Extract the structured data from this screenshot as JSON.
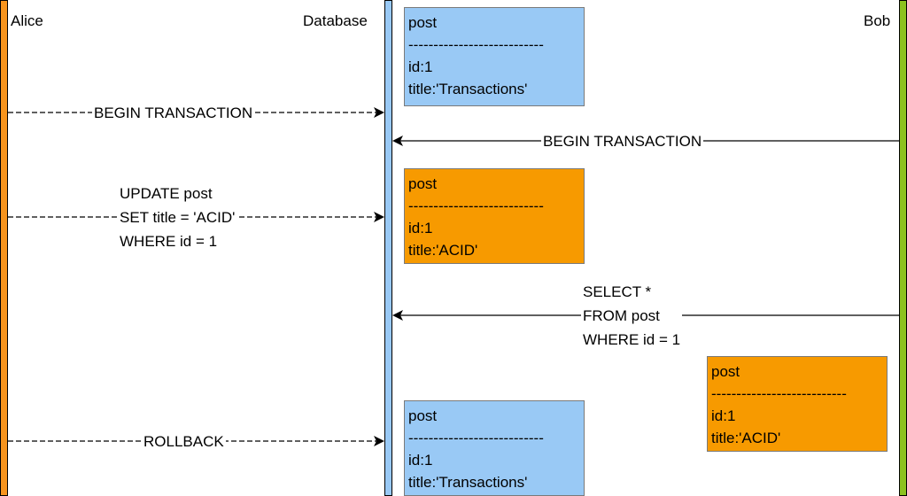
{
  "actors": {
    "alice": "Alice",
    "database": "Database",
    "bob": "Bob"
  },
  "colors": {
    "alice": "#f7941d",
    "database": "#99c9f5",
    "bob": "#8cc21f",
    "box_committed": "#99c9f5",
    "box_uncommitted": "#f79a00"
  },
  "boxes": [
    {
      "header": "post",
      "separator": "---------------------------",
      "id": "id:1",
      "title": "title:'Transactions'"
    },
    {
      "header": "post",
      "separator": "---------------------------",
      "id": "id:1",
      "title": "title:'ACID'"
    },
    {
      "header": "post",
      "separator": "---------------------------",
      "id": "id:1",
      "title": "title:'ACID'"
    },
    {
      "header": "post",
      "separator": "---------------------------",
      "id": "id:1",
      "title": "title:'Transactions'"
    }
  ],
  "messages": [
    {
      "lines": [
        "BEGIN TRANSACTION"
      ]
    },
    {
      "lines": [
        "BEGIN TRANSACTION"
      ]
    },
    {
      "lines": [
        "UPDATE post",
        "SET title = 'ACID'",
        "WHERE id = 1"
      ]
    },
    {
      "lines": [
        "SELECT *",
        "FROM post",
        "WHERE id = 1"
      ]
    },
    {
      "lines": [
        "ROLLBACK"
      ]
    }
  ]
}
